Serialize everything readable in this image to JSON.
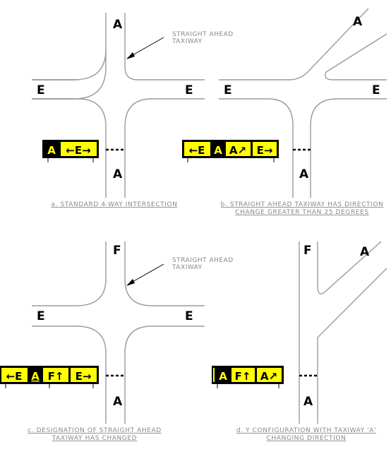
{
  "panel_a": {
    "labels": {
      "top": "A",
      "left": "E",
      "right": "E",
      "bottom": "A"
    },
    "note": [
      "STRAIGHT AHEAD",
      "TAXIWAY"
    ],
    "sign": [
      "A",
      "←E→"
    ],
    "caption": [
      "a. STANDARD 4-WAY INTERSECTION"
    ]
  },
  "panel_b": {
    "labels": {
      "top_right": "A",
      "left": "E",
      "right": "E",
      "bottom": "A"
    },
    "sign": [
      "←E",
      "A",
      "A↗",
      "E→"
    ],
    "caption": [
      "b. STRAIGHT AHEAD TAXIWAY HAS DIRECTION",
      "CHANGE GREATER THAN 25 DEGREES"
    ]
  },
  "panel_c": {
    "labels": {
      "top": "F",
      "left": "E",
      "right": "E",
      "bottom": "A"
    },
    "note": [
      "STRAIGHT AHEAD",
      "TAXIWAY"
    ],
    "sign": [
      "←E",
      "A",
      "F↑",
      "E→"
    ],
    "caption": [
      "c. DESIGNATION OF STRAIGHT AHEAD",
      "TAXIWAY HAS CHANGED"
    ]
  },
  "panel_d": {
    "labels": {
      "top_left": "F",
      "top_right": "A",
      "bottom": "A"
    },
    "sign": [
      "A",
      "F↑",
      "A↗"
    ],
    "caption": [
      "d. Y CONFIGURATION WITH TAXIWAY 'A'",
      "CHANGING DIRECTION"
    ]
  },
  "colors": {
    "sign_yellow": "#ffff00",
    "sign_black": "#000000",
    "road": "#9a9a9a",
    "note": "#888888"
  }
}
